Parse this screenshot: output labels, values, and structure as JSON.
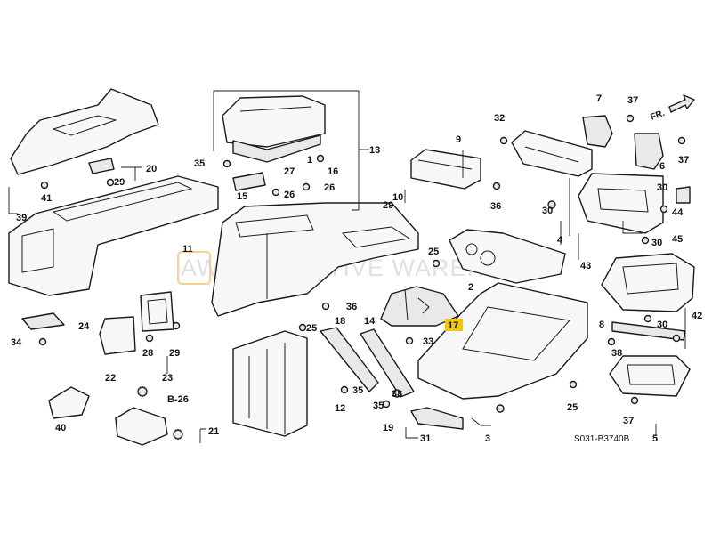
{
  "diagram": {
    "drawing_code": "S031-B3740B",
    "watermark": {
      "badge": "AW",
      "text": "AUTOMOTIVE WAREHOUSE"
    },
    "direction_label": "FR.",
    "highlighted_callout": "17",
    "callouts": [
      {
        "id": "c1",
        "text": "1"
      },
      {
        "id": "c2",
        "text": "2"
      },
      {
        "id": "c3",
        "text": "3"
      },
      {
        "id": "c4",
        "text": "4"
      },
      {
        "id": "c5",
        "text": "5"
      },
      {
        "id": "c6",
        "text": "6"
      },
      {
        "id": "c7",
        "text": "7"
      },
      {
        "id": "c8",
        "text": "8"
      },
      {
        "id": "c9",
        "text": "9"
      },
      {
        "id": "c10",
        "text": "10"
      },
      {
        "id": "c11",
        "text": "11"
      },
      {
        "id": "c12",
        "text": "12"
      },
      {
        "id": "c13",
        "text": "13"
      },
      {
        "id": "c14",
        "text": "14"
      },
      {
        "id": "c15",
        "text": "15"
      },
      {
        "id": "c16",
        "text": "16"
      },
      {
        "id": "c17",
        "text": "17"
      },
      {
        "id": "c18",
        "text": "18"
      },
      {
        "id": "c19",
        "text": "19"
      },
      {
        "id": "c20",
        "text": "20"
      },
      {
        "id": "c21",
        "text": "21"
      },
      {
        "id": "c22",
        "text": "22"
      },
      {
        "id": "c23",
        "text": "23"
      },
      {
        "id": "c24",
        "text": "24"
      },
      {
        "id": "c25a",
        "text": "25"
      },
      {
        "id": "c25b",
        "text": "25"
      },
      {
        "id": "c25c",
        "text": "25"
      },
      {
        "id": "c26a",
        "text": "26"
      },
      {
        "id": "c26b",
        "text": "26"
      },
      {
        "id": "c27",
        "text": "27"
      },
      {
        "id": "c28",
        "text": "28"
      },
      {
        "id": "c29a",
        "text": "29"
      },
      {
        "id": "c29b",
        "text": "29"
      },
      {
        "id": "c29c",
        "text": "29"
      },
      {
        "id": "c30a",
        "text": "30"
      },
      {
        "id": "c30b",
        "text": "30"
      },
      {
        "id": "c30c",
        "text": "30"
      },
      {
        "id": "c30d",
        "text": "30"
      },
      {
        "id": "c31",
        "text": "31"
      },
      {
        "id": "c32",
        "text": "32"
      },
      {
        "id": "c33",
        "text": "33"
      },
      {
        "id": "c34",
        "text": "34"
      },
      {
        "id": "c35a",
        "text": "35"
      },
      {
        "id": "c35b",
        "text": "35"
      },
      {
        "id": "c35c",
        "text": "35"
      },
      {
        "id": "c36a",
        "text": "36"
      },
      {
        "id": "c36b",
        "text": "36"
      },
      {
        "id": "c37a",
        "text": "37"
      },
      {
        "id": "c37b",
        "text": "37"
      },
      {
        "id": "c37c",
        "text": "37"
      },
      {
        "id": "c38a",
        "text": "38"
      },
      {
        "id": "c38b",
        "text": "38"
      },
      {
        "id": "c39",
        "text": "39"
      },
      {
        "id": "c40",
        "text": "40"
      },
      {
        "id": "c41",
        "text": "41"
      },
      {
        "id": "c42",
        "text": "42"
      },
      {
        "id": "c43",
        "text": "43"
      },
      {
        "id": "c44",
        "text": "44"
      },
      {
        "id": "c45",
        "text": "45"
      },
      {
        "id": "cB26",
        "text": "B-26"
      }
    ]
  }
}
